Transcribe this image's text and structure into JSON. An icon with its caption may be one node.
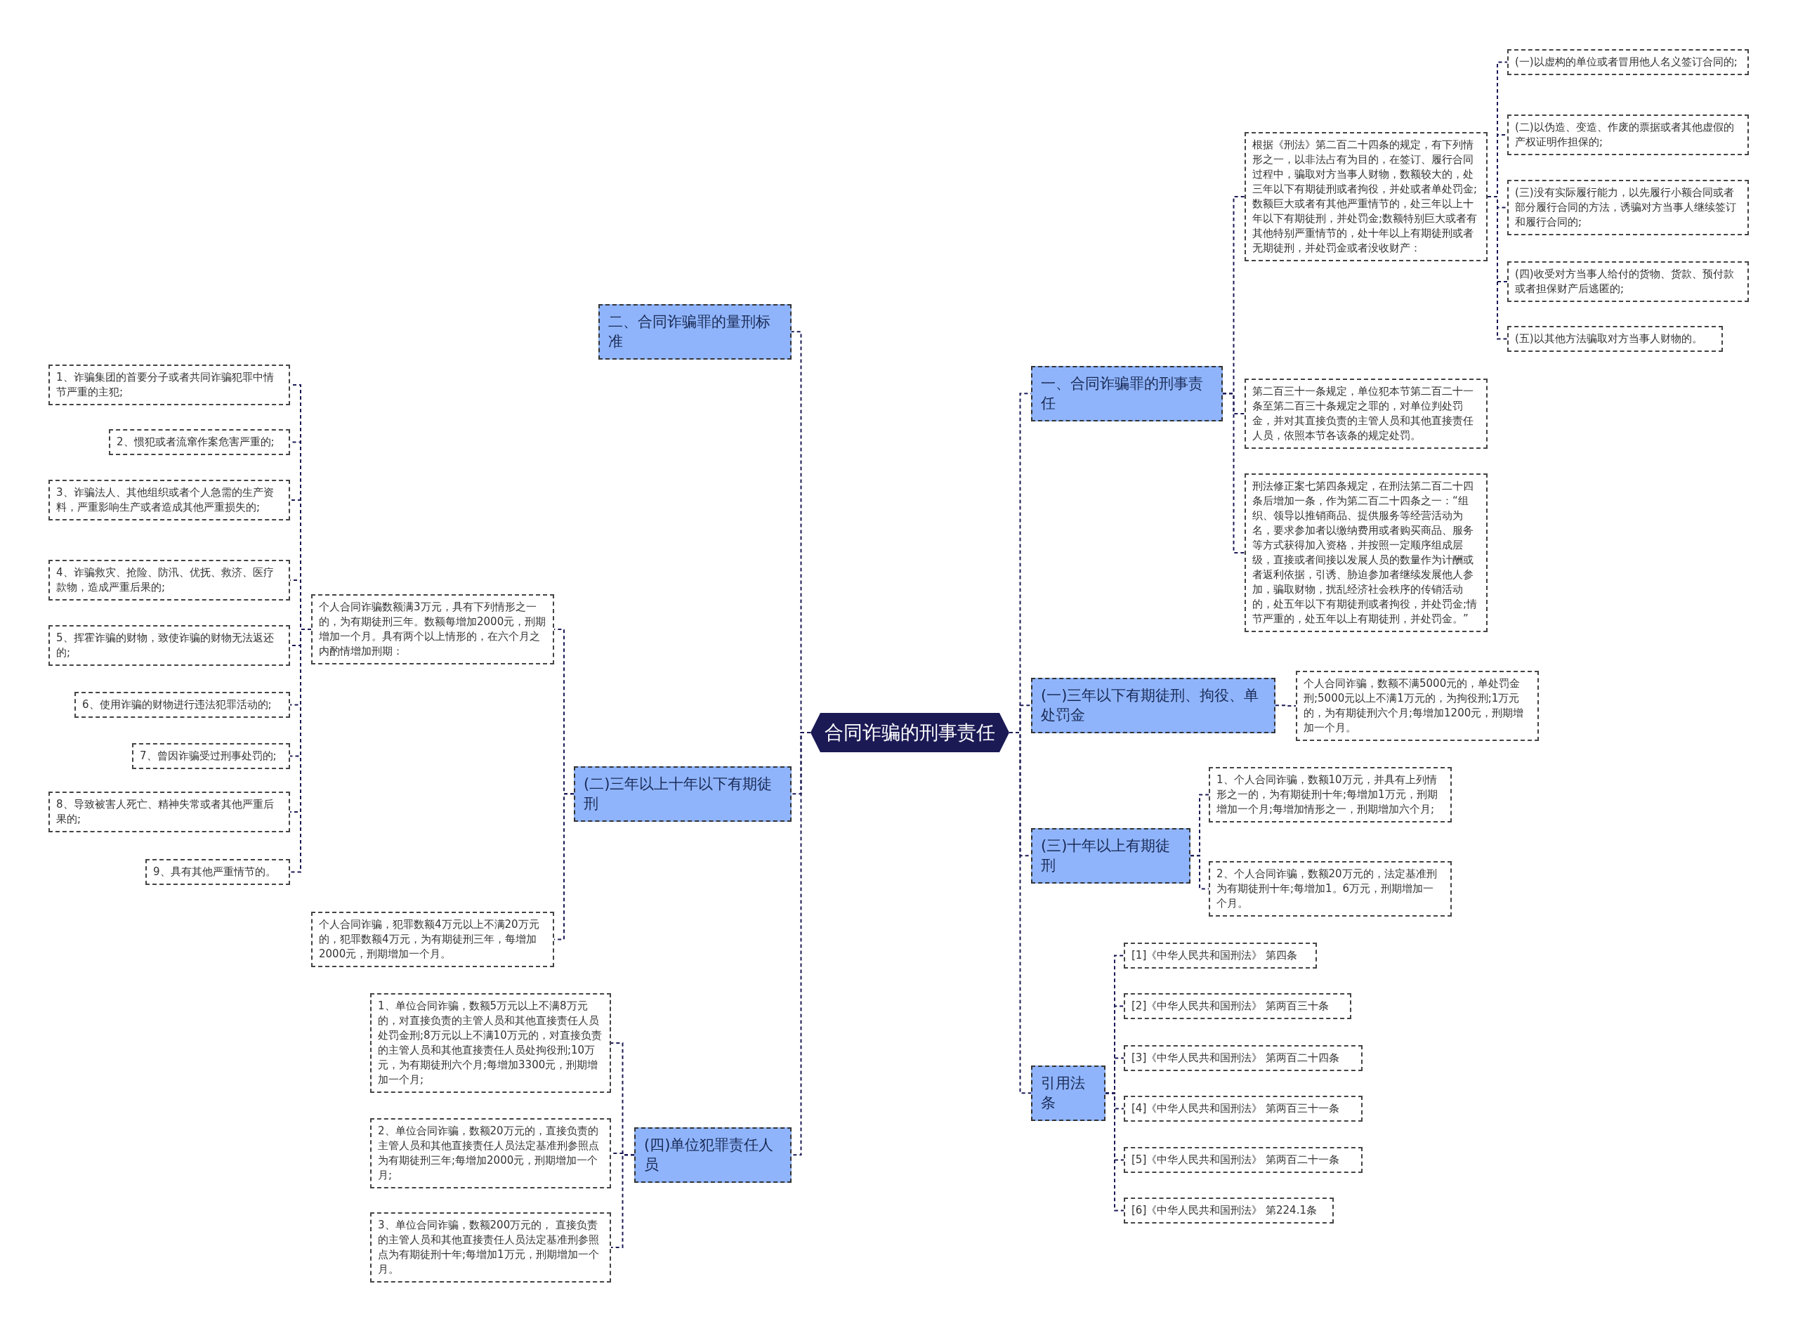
{
  "diagram": {
    "nodes": [
      {
        "text": [
          "合同诈骗的刑事责任"
        ]
      },
      {
        "text": [
          "二、合同诈骗罪的量刑标准"
        ]
      },
      {
        "text": [
          "(二)三年以上十年以下有期徒刑"
        ]
      },
      {
        "text": [
          "个人合同诈骗数额满3万元，具有下列情形之一的，为有期徒刑三年。数额每增加2000元，刑期增加一个月。具有两个以上情形的，在六个月之内酌情增加刑期："
        ]
      },
      {
        "text": [
          "1、诈骗集团的首要分子或者共同诈骗犯罪中情节严重的主犯;"
        ]
      },
      {
        "text": [
          "2、惯犯或者流窜作案危害严重的;"
        ]
      },
      {
        "text": [
          "3、诈骗法人、其他组织或者个人急需的生产资料，严重影响生产或者造成其他严重损失的;"
        ]
      },
      {
        "text": [
          "4、诈骗救灾、抢险、防汛、优抚、救济、医疗款物，造成严重后果的;"
        ]
      },
      {
        "text": [
          "5、挥霍诈骗的财物，致使诈骗的财物无法返还的;"
        ]
      },
      {
        "text": [
          "6、使用诈骗的财物进行违法犯罪活动的;"
        ]
      },
      {
        "text": [
          "7、曾因诈骗受过刑事处罚的;"
        ]
      },
      {
        "text": [
          "8、导致被害人死亡、精神失常或者其他严重后果的;"
        ]
      },
      {
        "text": [
          "9、具有其他严重情节的。"
        ]
      },
      {
        "text": [
          "个人合同诈骗，犯罪数额4万元以上不满20万元的，犯罪数额4万元，为有期徒刑三年，每增加2000元，刑期增加一个月。"
        ]
      },
      {
        "text": [
          "(四)单位犯罪责任人员"
        ]
      },
      {
        "text": [
          "1、单位合同诈骗，数额5万元以上不满8万元的，对直接负责的主管人员和其他直接责任人员处罚金刑;8万元以上不满10万元的，对直接负责的主管人员和其他直接责任人员处拘役刑;10万元，为有期徒刑六个月;每增加3300元，刑期增加一个月;"
        ]
      },
      {
        "text": [
          "2、单位合同诈骗，数额20万元的，直接负责的主管人员和其他直接责任人员法定基准刑参照点为有期徒刑三年;每增加2000元，刑期增加一个月;"
        ]
      },
      {
        "text": [
          "3、单位合同诈骗，数额200万元的， 直接负责的主管人员和其他直接责任人员法定基准刑参照点为有期徒刑十年;每增加1万元，刑期增加一个月。"
        ]
      },
      {
        "text": [
          "一、合同诈骗罪的刑事责任"
        ]
      },
      {
        "text": [
          "根据《刑法》第二百二十四条的规定，有下列情形之一，以非法占有为目的，在签订、履行合同过程中，骗取对方当事人财物，数额较大的，处三年以下有期徒刑或者拘役，并处或者单处罚金;数额巨大或者有其他严重情节的，处三年以上十年以下有期徒刑，并处罚金;数额特别巨大或者有其他特别严重情节的，处十年以上有期徒刑或者无期徒刑，并处罚金或者没收财产："
        ]
      },
      {
        "text": [
          "(一)以虚构的单位或者冒用他人名义签订合同的;"
        ]
      },
      {
        "text": [
          "(二)以伪造、变造、作废的票据或者其他虚假的产权证明作担保的;"
        ]
      },
      {
        "text": [
          "(三)没有实际履行能力，以先履行小额合同或者部分履行合同的方法，诱骗对方当事人继续签订和履行合同的;"
        ]
      },
      {
        "text": [
          "(四)收受对方当事人给付的货物、货款、预付款或者担保财产后逃匿的;"
        ]
      },
      {
        "text": [
          "(五)以其他方法骗取对方当事人财物的。"
        ]
      },
      {
        "text": [
          "第二百三十一条规定，单位犯本节第二百二十一条至第二百三十条规定之罪的，对单位判处罚金，并对其直接负责的主管人员和其他直接责任人员，依照本节各该条的规定处罚。"
        ]
      },
      {
        "text": [
          "刑法修正案七第四条规定，在刑法第二百二十四条后增加一条，作为第二百二十四条之一：“组织、领导以推销商品、提供服务等经营活动为名，要求参加者以缴纳费用或者购买商品、服务等方式获得加入资格，并按照一定顺序组成层级，直接或者间接以发展人员的数量作为计酬或者返利依据，引诱、胁迫参加者继续发展他人参加，骗取财物，扰乱经济社会秩序的传销活动的，处五年以下有期徒刑或者拘役，并处罚金;情节严重的，处五年以上有期徒刑，并处罚金。”"
        ]
      },
      {
        "text": [
          "(一)三年以下有期徒刑、拘役、单处罚金"
        ]
      },
      {
        "text": [
          "个人合同诈骗，数额不满5000元的，单处罚金刑;5000元以上不满1万元的，为拘役刑;1万元的，为有期徒刑六个月;每增加1200元，刑期增加一个月。"
        ]
      },
      {
        "text": [
          "(三)十年以上有期徒刑"
        ]
      },
      {
        "text": [
          "1、个人合同诈骗，数额10万元，并具有上列情形之一的，为有期徒刑十年;每增加1万元，刑期增加一个月;每增加情形之一，刑期增加六个月;"
        ]
      },
      {
        "text": [
          "2、个人合同诈骗，数额20万元的，法定基准刑为有期徒刑十年;每增加1。6万元，刑期增加一个月。"
        ]
      },
      {
        "text": [
          "引用法条"
        ]
      },
      {
        "text": [
          "[1]《中华人民共和国刑法》 第四条"
        ]
      },
      {
        "text": [
          "[2]《中华人民共和国刑法》 第两百三十条"
        ]
      },
      {
        "text": [
          "[3]《中华人民共和国刑法》 第两百二十四条"
        ]
      },
      {
        "text": [
          "[4]《中华人民共和国刑法》 第两百三十一条"
        ]
      },
      {
        "text": [
          "[5]《中华人民共和国刑法》 第两百二十一条"
        ]
      },
      {
        "text": [
          "[6]《中华人民共和国刑法》 第224.1条"
        ]
      }
    ],
    "edges": [
      {
        "from": 0,
        "to": 1,
        "arrow": "none"
      },
      {
        "from": 0,
        "to": 2,
        "arrow": "none"
      },
      {
        "from": 2,
        "to": 3,
        "arrow": "none"
      },
      {
        "from": 3,
        "to": 4,
        "arrow": "none"
      },
      {
        "from": 3,
        "to": 5,
        "arrow": "none"
      },
      {
        "from": 3,
        "to": 6,
        "arrow": "none"
      },
      {
        "from": 3,
        "to": 7,
        "arrow": "none"
      },
      {
        "from": 3,
        "to": 8,
        "arrow": "none"
      },
      {
        "from": 3,
        "to": 9,
        "arrow": "none"
      },
      {
        "from": 3,
        "to": 10,
        "arrow": "none"
      },
      {
        "from": 3,
        "to": 11,
        "arrow": "none"
      },
      {
        "from": 3,
        "to": 12,
        "arrow": "none"
      },
      {
        "from": 2,
        "to": 13,
        "arrow": "none"
      },
      {
        "from": 0,
        "to": 14,
        "arrow": "none"
      },
      {
        "from": 14,
        "to": 15,
        "arrow": "none"
      },
      {
        "from": 14,
        "to": 16,
        "arrow": "none"
      },
      {
        "from": 14,
        "to": 17,
        "arrow": "none"
      },
      {
        "from": 0,
        "to": 18,
        "arrow": "none"
      },
      {
        "from": 18,
        "to": 19,
        "arrow": "none"
      },
      {
        "from": 19,
        "to": 20,
        "arrow": "none"
      },
      {
        "from": 19,
        "to": 21,
        "arrow": "none"
      },
      {
        "from": 19,
        "to": 22,
        "arrow": "none"
      },
      {
        "from": 19,
        "to": 23,
        "arrow": "none"
      },
      {
        "from": 19,
        "to": 24,
        "arrow": "none"
      },
      {
        "from": 18,
        "to": 25,
        "arrow": "none"
      },
      {
        "from": 18,
        "to": 26,
        "arrow": "none"
      },
      {
        "from": 0,
        "to": 27,
        "arrow": "none"
      },
      {
        "from": 27,
        "to": 28,
        "arrow": "none"
      },
      {
        "from": 0,
        "to": 29,
        "arrow": "none"
      },
      {
        "from": 29,
        "to": 30,
        "arrow": "none"
      },
      {
        "from": 29,
        "to": 31,
        "arrow": "none"
      },
      {
        "from": 0,
        "to": 32,
        "arrow": "none"
      },
      {
        "from": 32,
        "to": 33,
        "arrow": "none"
      },
      {
        "from": 32,
        "to": 34,
        "arrow": "none"
      },
      {
        "from": 32,
        "to": 35,
        "arrow": "none"
      },
      {
        "from": 32,
        "to": 36,
        "arrow": "none"
      },
      {
        "from": 32,
        "to": 37,
        "arrow": "none"
      },
      {
        "from": 32,
        "to": 38,
        "arrow": "none"
      }
    ]
  }
}
